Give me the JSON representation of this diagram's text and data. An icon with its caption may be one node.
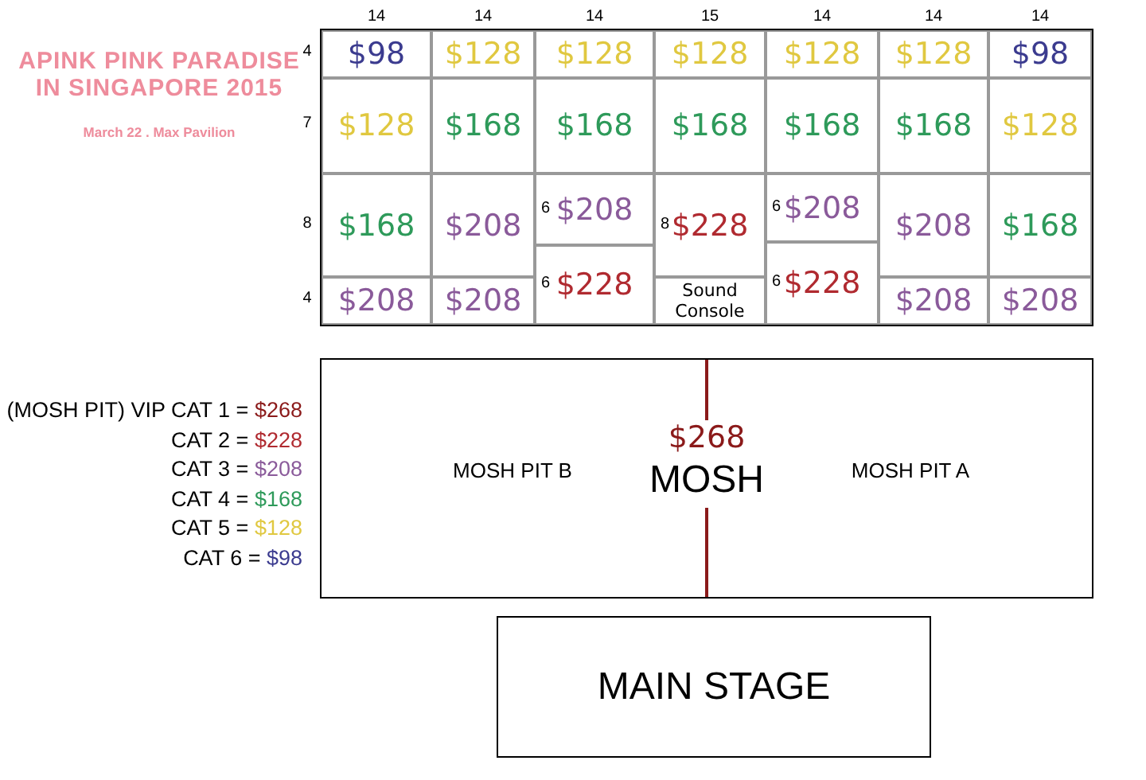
{
  "diagram": {
    "title": "APINK PINK PARADISE IN SINGAPORE 2015",
    "nodes": [
      {
        "text": [
          "$98"
        ]
      },
      {
        "text": [
          "$128"
        ]
      },
      {
        "text": [
          "$128"
        ]
      },
      {
        "text": [
          "$128"
        ]
      },
      {
        "text": [
          "$128"
        ]
      },
      {
        "text": [
          "$128"
        ]
      },
      {
        "text": [
          "$98"
        ]
      },
      {
        "text": [
          "$128"
        ]
      },
      {
        "text": [
          "$168"
        ]
      },
      {
        "text": [
          "$168"
        ]
      },
      {
        "text": [
          "$168"
        ]
      },
      {
        "text": [
          "$168"
        ]
      },
      {
        "text": [
          "$168"
        ]
      },
      {
        "text": [
          "$128"
        ]
      },
      {
        "text": [
          "$168"
        ]
      },
      {
        "text": [
          "$208"
        ]
      },
      {
        "text": [
          "6",
          "$208"
        ]
      },
      {
        "text": [
          "8",
          "$228"
        ]
      },
      {
        "text": [
          "6",
          "$208"
        ]
      },
      {
        "text": [
          "$208"
        ]
      },
      {
        "text": [
          "$168"
        ]
      },
      {
        "text": [
          "6",
          "$228"
        ]
      },
      {
        "text": [
          "6",
          "$228"
        ]
      },
      {
        "text": [
          "$208"
        ]
      },
      {
        "text": [
          "$208"
        ]
      },
      {
        "text": [
          "Sound Console"
        ]
      },
      {
        "text": [
          "$208"
        ]
      },
      {
        "text": [
          "$208"
        ]
      },
      {
        "text": [
          "MOSH PIT B",
          "$268",
          "MOSH",
          "MOSH PIT A"
        ]
      },
      {
        "text": [
          "MAIN STAGE"
        ]
      }
    ],
    "labels": [
      "March 22 . Max Pavilion",
      "14",
      "14",
      "14",
      "15",
      "14",
      "14",
      "14",
      "4",
      "7",
      "8",
      "4"
    ],
    "legend": [
      {
        "text": "(MOSH PIT) VIP CAT 1 = $268",
        "color": "#8b1a1a"
      },
      {
        "text": "CAT 2 = $228",
        "color": "#b02a30"
      },
      {
        "text": "CAT 3 = $208",
        "color": "#8a5a9a"
      },
      {
        "text": "CAT 4 = $168",
        "color": "#2e9a5a"
      },
      {
        "text": "CAT 5 = $128",
        "color": "#e0c840"
      },
      {
        "text": "CAT 6 = $98",
        "color": "#3b3b8f"
      }
    ]
  }
}
